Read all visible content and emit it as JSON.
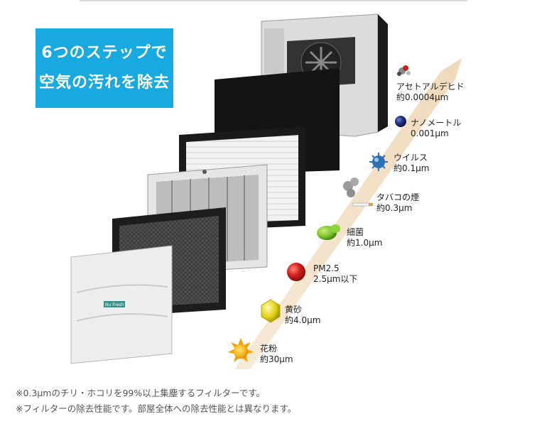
{
  "headline": {
    "line1": "6つのステップで",
    "line2": "空気の汚れを除去"
  },
  "device": {
    "front_cover_logo": "Nu Fresh"
  },
  "particles": [
    {
      "name": "アセトアルデヒド",
      "size": "約0.0004μm",
      "icon": "molecule-icon"
    },
    {
      "name": "ナノメートル",
      "size": "0.001μm",
      "icon": "nanoparticle-sphere-icon"
    },
    {
      "name": "ウイルス",
      "size": "約0.1μm",
      "icon": "virus-icon"
    },
    {
      "name": "タバコの煙",
      "size": "約0.3μm",
      "icon": "cigarette-smoke-icon"
    },
    {
      "name": "細菌",
      "size": "約1.0μm",
      "icon": "bacteria-icon"
    },
    {
      "name": "PM2.5",
      "size": "2.5μm以下",
      "icon": "pm25-sphere-icon"
    },
    {
      "name": "黄砂",
      "size": "約4.0μm",
      "icon": "yellow-sand-icon"
    },
    {
      "name": "花粉",
      "size": "約30μm",
      "icon": "pollen-icon"
    }
  ],
  "colors": {
    "badge": "#17a9df",
    "arrow": "#f0dcc0",
    "virus": "#2f6fb3",
    "bacteria": "#7cc12a",
    "pm25": "#d21f1f",
    "yellow_sand": "#e3d21a",
    "pollen": "#f7b51a",
    "nano": "#1f2f7a"
  },
  "notes": [
    "※0.3μmのチリ・ホコリを99%以上集塵するフィルターです。",
    "※フィルターの除去性能です。部屋全体への除去性能とは異なります。"
  ]
}
